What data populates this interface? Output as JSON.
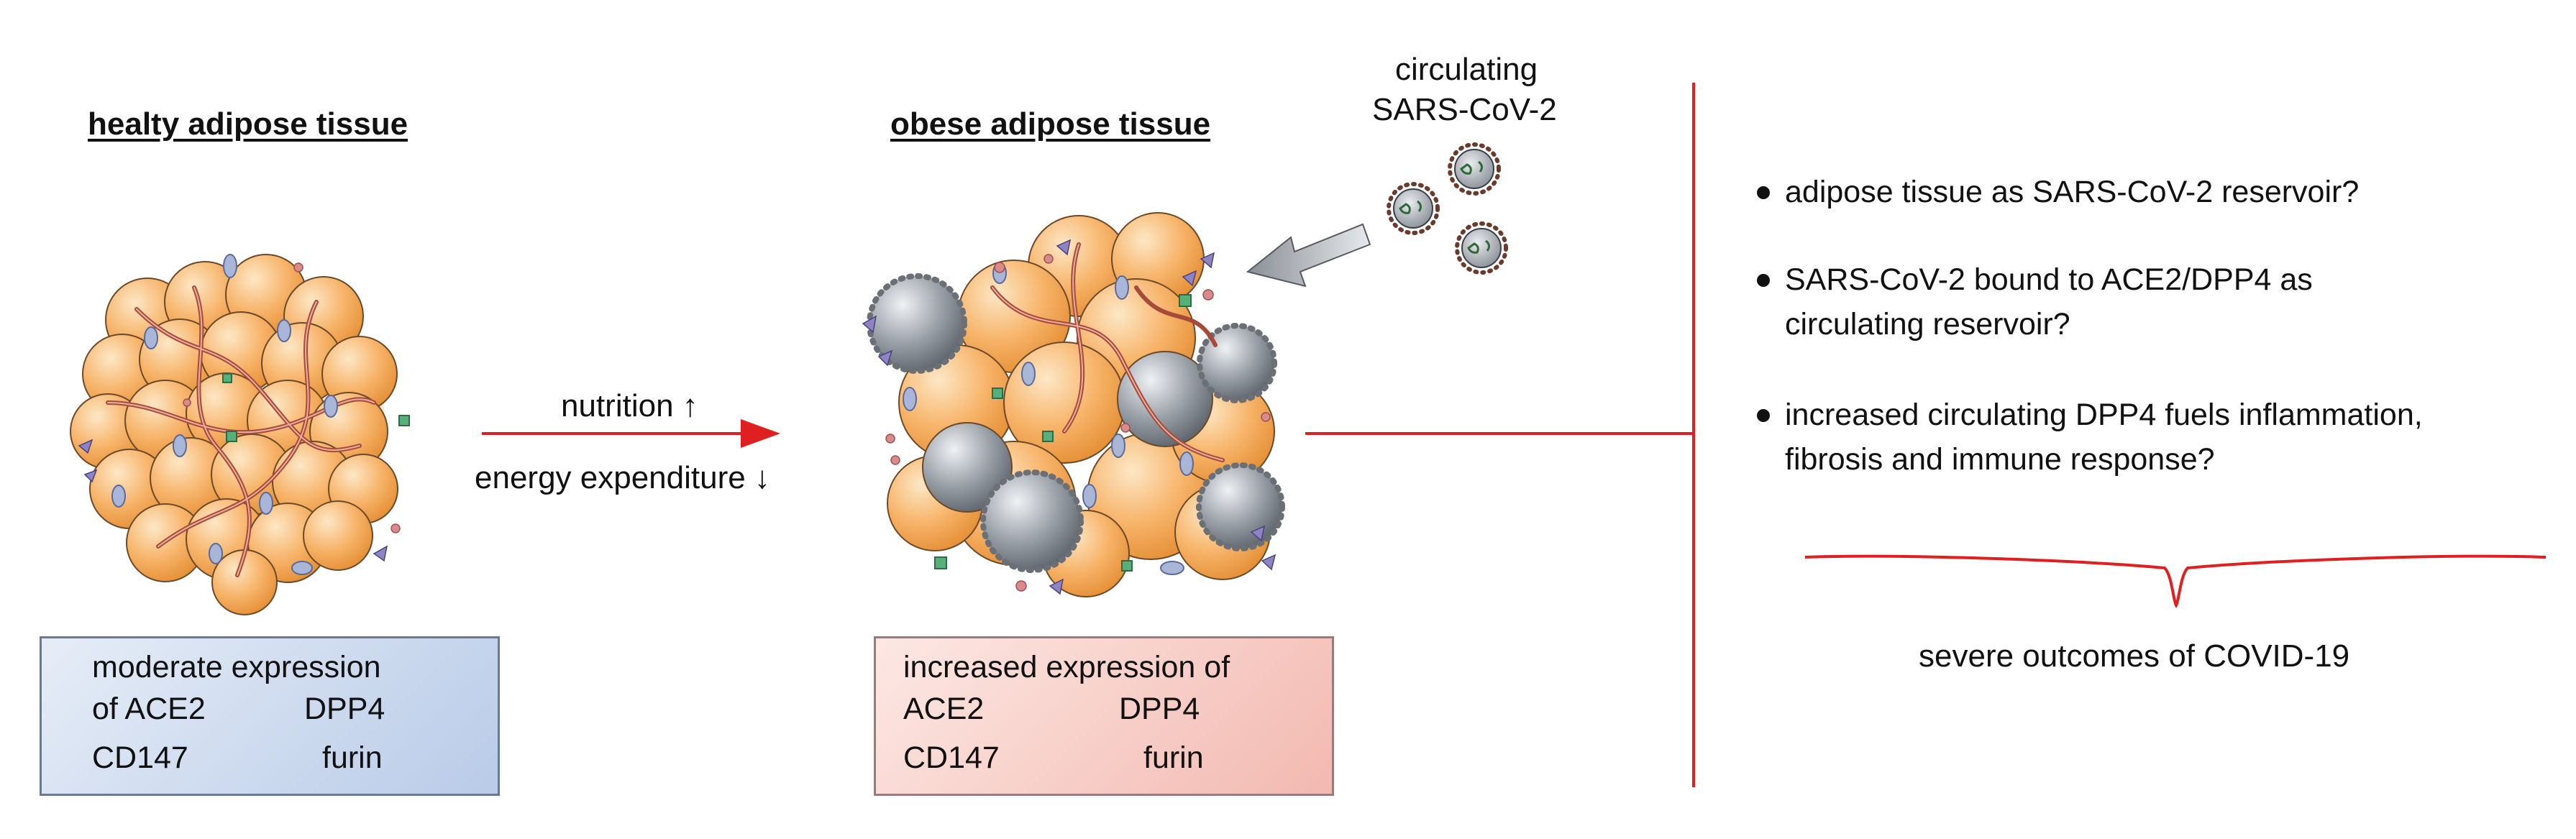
{
  "left_panel": {
    "title": "healty adipose tissue",
    "legend": {
      "line1": "moderate expression",
      "line2_a": "of ACE2",
      "line2_b": "DPP4",
      "line3_a": "CD147",
      "line3_b": "furin"
    }
  },
  "transition": {
    "line1": "nutrition ↑",
    "line2": "energy expenditure ↓"
  },
  "middle_panel": {
    "title": "obese adipose tissue",
    "legend": {
      "line1": "increased expression of",
      "line2_a": "ACE2",
      "line2_b": "DPP4",
      "line3_a": "CD147",
      "line3_b": "furin"
    }
  },
  "virus": {
    "line1": "circulating",
    "line2": "SARS-CoV-2"
  },
  "right_panel": {
    "bullets": [
      {
        "lines": [
          "adipose tissue as SARS-CoV-2 reservoir?"
        ]
      },
      {
        "lines": [
          "SARS-CoV-2 bound to ACE2/DPP4 as",
          "circulating reservoir?"
        ]
      },
      {
        "lines": [
          "increased circulating DPP4 fuels inflammation,",
          "fibrosis and immune response?"
        ]
      }
    ],
    "outcome": "severe outcomes of COVID-19"
  },
  "colors": {
    "accent_red": "#e02020",
    "adipocyte": "#f7b46a",
    "macrophage": "#8e949c",
    "ace2": "#d98a8a",
    "dpp4": "#8f84c2",
    "furin": "#57b07a",
    "cd147": "#b0b4ba"
  }
}
